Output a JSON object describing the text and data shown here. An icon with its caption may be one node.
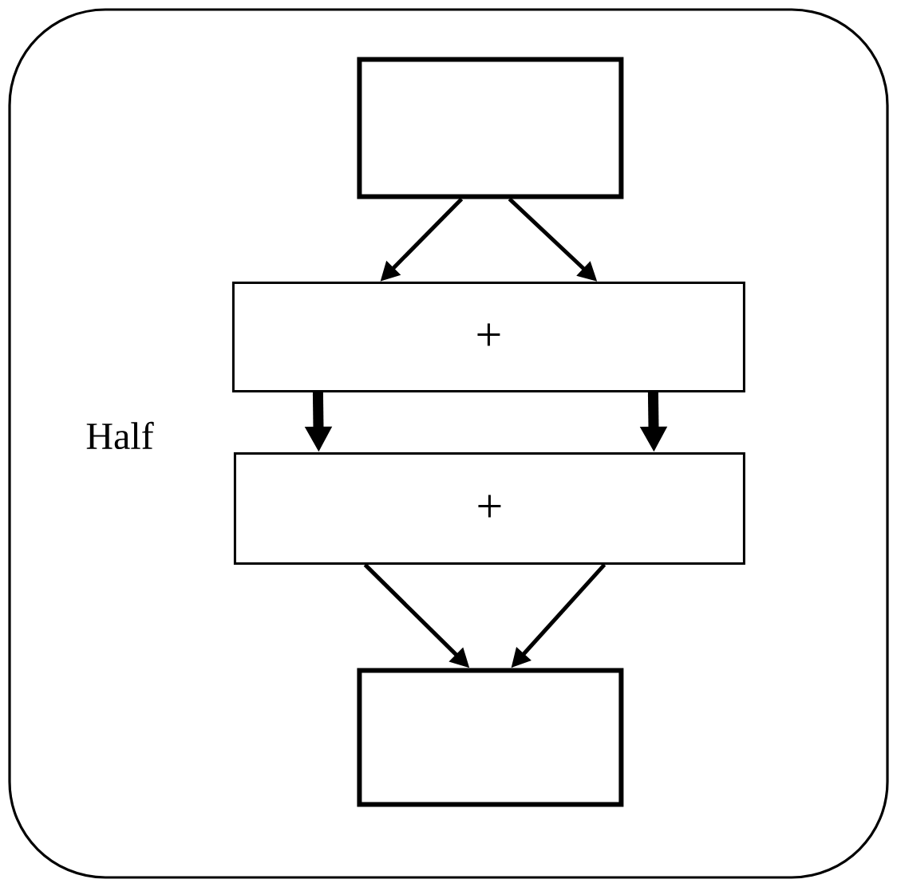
{
  "diagram": {
    "nodes": [
      {
        "text": [],
        "shape": "box"
      },
      {
        "text": [],
        "shape": "box",
        "in": 0
      },
      {
        "text": [
          "+"
        ],
        "in": 0
      },
      {
        "text": [
          "+"
        ],
        "in": 0
      },
      {
        "text": [],
        "shape": "box",
        "in": 0
      }
    ],
    "edges": [
      {
        "from": 1,
        "to": 2,
        "arrow": "to"
      },
      {
        "from": 1,
        "to": 2,
        "arrow": "to"
      },
      {
        "from": 2,
        "to": 3,
        "arrow": "to",
        "style": "thick"
      },
      {
        "from": 2,
        "to": 3,
        "arrow": "to",
        "style": "thick"
      },
      {
        "from": 3,
        "to": 4,
        "arrow": "to"
      },
      {
        "from": 3,
        "to": 4,
        "arrow": "to"
      }
    ],
    "labels": [
      "Half"
    ]
  }
}
